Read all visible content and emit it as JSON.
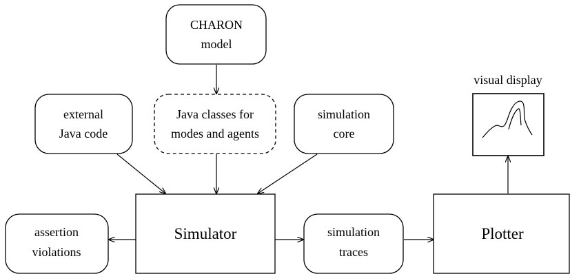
{
  "nodes": {
    "charon_model": {
      "lines": [
        "CHARON",
        "model"
      ]
    },
    "external_java": {
      "lines": [
        "external",
        "Java code"
      ]
    },
    "java_classes": {
      "lines": [
        "Java classes for",
        "modes and agents"
      ]
    },
    "simulation_core": {
      "lines": [
        "simulation",
        "core"
      ]
    },
    "simulator": {
      "label": "Simulator"
    },
    "assertion_violations": {
      "lines": [
        "assertion",
        "violations"
      ]
    },
    "simulation_traces": {
      "lines": [
        "simulation",
        "traces"
      ]
    },
    "plotter": {
      "label": "Plotter"
    },
    "visual_display": {
      "label": "visual display"
    }
  }
}
